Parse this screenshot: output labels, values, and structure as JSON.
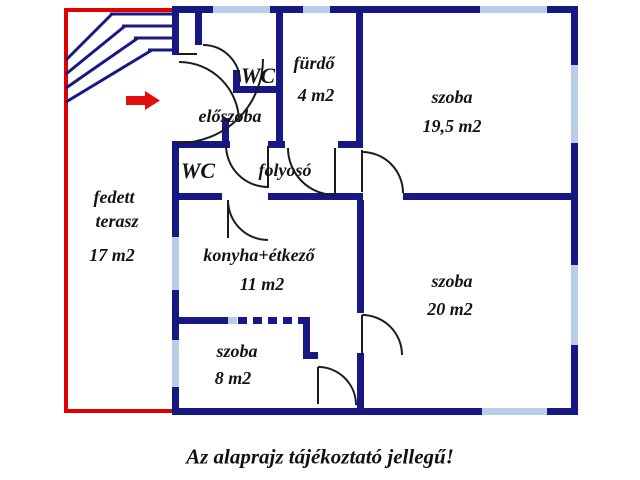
{
  "plan": {
    "caption": "Az alaprajz tájékoztató jellegű!",
    "colors": {
      "wall": "#181884",
      "window": "#b9cde8",
      "terrace_outline": "#e10000",
      "entrance_arrow": "#e11111",
      "text": "#141414"
    },
    "rooms": {
      "wc_top": {
        "label": "WC"
      },
      "furdo": {
        "label": "fürdő",
        "area": "4 m2"
      },
      "szoba_19": {
        "label": "szoba",
        "area": "19,5 m2"
      },
      "eloszoba": {
        "label": "előszoba"
      },
      "wc_lower": {
        "label": "WC"
      },
      "folyoso": {
        "label": "folyosó"
      },
      "terasz": {
        "label_line1": "fedett",
        "label_line2": "terasz",
        "area": "17 m2"
      },
      "konyha": {
        "label": "konyha+étkező",
        "area": "11 m2"
      },
      "szoba_8": {
        "label": "szoba",
        "area": "8 m2"
      },
      "szoba_20": {
        "label": "szoba",
        "area": "20 m2"
      }
    }
  }
}
